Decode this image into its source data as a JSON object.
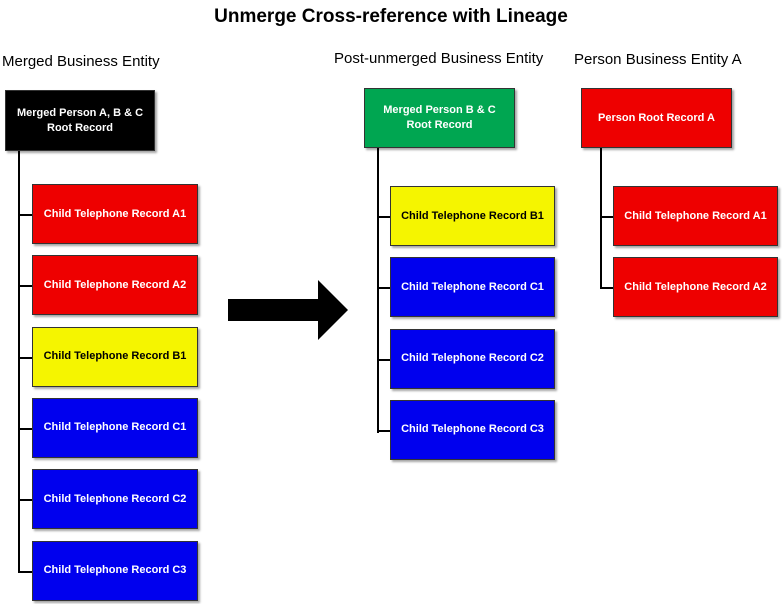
{
  "title": "Unmerge Cross-reference with Lineage",
  "colors": {
    "black": "#000000",
    "green": "#00a651",
    "red": "#ee0000",
    "yellow": "#f5f500",
    "blue": "#0000ee",
    "connector": "#000000",
    "arrow": "#000000"
  },
  "merged": {
    "label": "Merged Business Entity",
    "root_line1": "Merged Person A, B & C",
    "root_line2": "Root Record",
    "children": [
      {
        "label": "Child Telephone Record A1",
        "color": "red"
      },
      {
        "label": "Child Telephone Record A2",
        "color": "red"
      },
      {
        "label": "Child Telephone Record B1",
        "color": "yellow"
      },
      {
        "label": "Child Telephone Record C1",
        "color": "blue"
      },
      {
        "label": "Child Telephone Record C2",
        "color": "blue"
      },
      {
        "label": "Child Telephone Record C3",
        "color": "blue"
      }
    ]
  },
  "post_unmerged": {
    "label": "Post-unmerged Business Entity",
    "root_line1": "Merged Person B & C",
    "root_line2": "Root Record",
    "children": [
      {
        "label": "Child Telephone Record B1",
        "color": "yellow"
      },
      {
        "label": "Child Telephone Record C1",
        "color": "blue"
      },
      {
        "label": "Child Telephone Record C2",
        "color": "blue"
      },
      {
        "label": "Child Telephone Record C3",
        "color": "blue"
      }
    ]
  },
  "person_a": {
    "label": "Person Business Entity A",
    "root_line1": "Person Root Record A",
    "children": [
      {
        "label": "Child Telephone Record A1",
        "color": "red"
      },
      {
        "label": "Child Telephone Record A2",
        "color": "red"
      }
    ]
  }
}
